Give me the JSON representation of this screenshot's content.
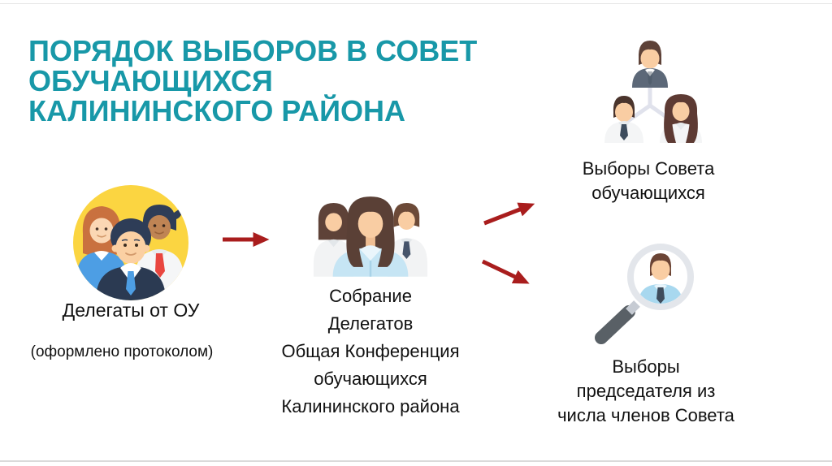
{
  "colors": {
    "title": "#1898A8",
    "arrow": "#A91D1D",
    "text": "#111111",
    "stage1_badge_yellow": "#FBD541"
  },
  "slide": {
    "title_lines": [
      "ПОРЯДОК ВЫБОРОВ В СОВЕТ",
      "ОБУЧАЮЩИХСЯ",
      "КАЛИНИНСКОГО РАЙОНА"
    ]
  },
  "stages": {
    "delegates": {
      "icon": "delegates-circle-icon",
      "label": "Делегаты от ОУ",
      "note": "(оформлено протоколом)"
    },
    "assembly": {
      "icon": "assembly-people-icon",
      "label_lines": [
        "Собрание",
        "Делегатов",
        "Общая Конференция",
        "обучающихся",
        "Калининского района"
      ]
    },
    "council_election": {
      "icon": "org-hierarchy-icon",
      "label_lines": [
        "Выборы Совета",
        "обучающихся"
      ]
    },
    "chair_election": {
      "icon": "magnifier-person-icon",
      "label_lines": [
        "Выборы",
        "председателя из",
        "числа членов Совета"
      ]
    }
  }
}
